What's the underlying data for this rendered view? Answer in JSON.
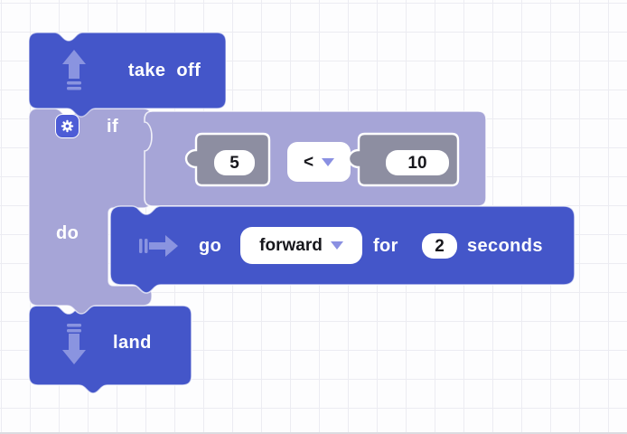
{
  "workspace": {
    "background_color": "#fdfdfe",
    "grid_color": "#ececf2"
  },
  "colors": {
    "block_blue": "#4456c9",
    "block_purple": "#a6a5d7",
    "block_gray": "#8d8ea1",
    "icon_light_blue": "#8a94e0",
    "caret_purple": "#8a90e2",
    "field_text": "#17171c"
  },
  "icons": {
    "takeoff": "arrow-up-icon",
    "go": "arrow-right-icon",
    "land": "arrow-down-icon",
    "if_mutator": "gear-icon",
    "dropdown": "chevron-down-icon"
  },
  "blocks": {
    "takeoff": {
      "label": "take off"
    },
    "if": {
      "if_label": "if",
      "do_label": "do"
    },
    "compare": {
      "left_value": "5",
      "operator": "<",
      "right_value": "10"
    },
    "go": {
      "go_label": "go",
      "direction_value": "forward",
      "for_label": "for",
      "duration_value": "2",
      "seconds_label": "seconds"
    },
    "land": {
      "label": "land"
    }
  }
}
